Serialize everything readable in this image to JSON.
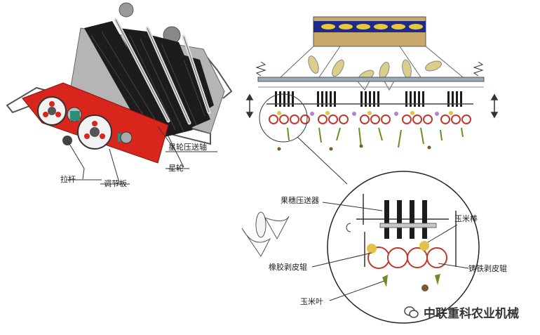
{
  "left_labels": {
    "pull_rod": "拉杆",
    "adjust_plate": "调节板",
    "star_wheel_shaft": "星轮压送轴",
    "star_wheel": "星轮"
  },
  "detail_labels": {
    "ear_presser": "果穗压送器",
    "corn_cob": "玉米棒",
    "rubber_roller": "橡胶剥皮辊",
    "iron_roller": "铸铁剥皮辊",
    "corn_leaf": "玉米叶"
  },
  "watermark": {
    "text": "中联重科农业机械"
  },
  "colors": {
    "frame_red": "#d8261c",
    "roller_red": "#c0392b",
    "leaf_green": "#6b8e23",
    "kernel_yellow": "#e3c24a",
    "brush_dark": "#1c1c1c"
  }
}
